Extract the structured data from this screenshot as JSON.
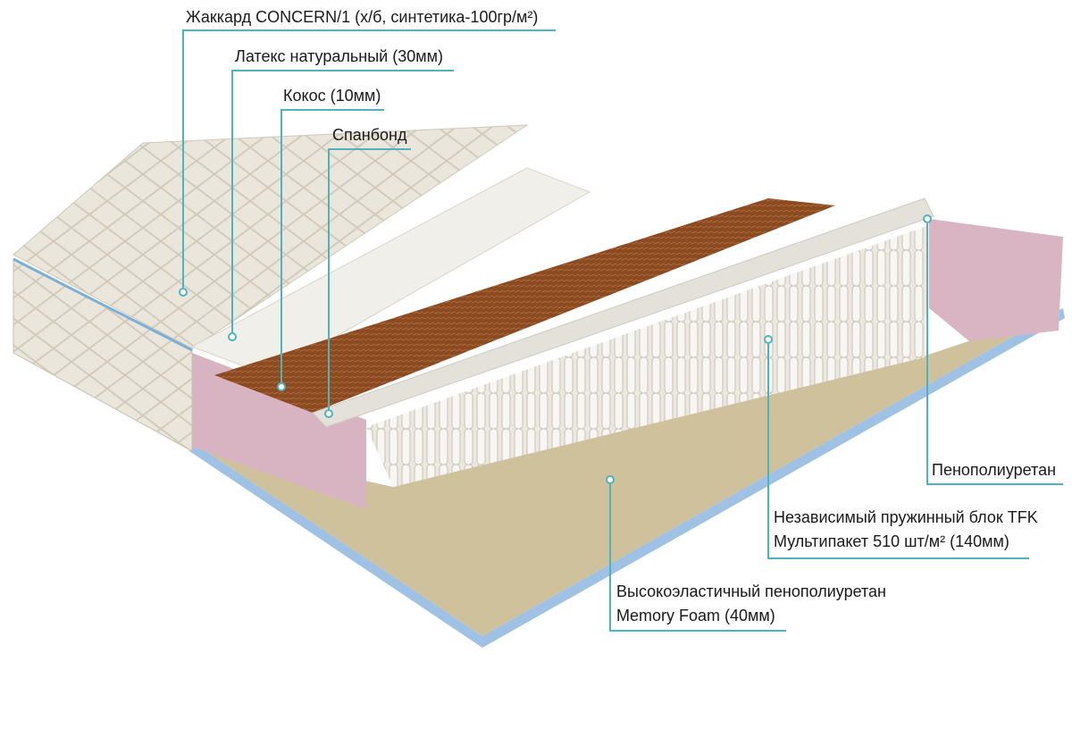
{
  "accent_color": "#4fb3bd",
  "labels": {
    "jacquard": "Жаккард CONCERN/1 (х/б, синтетика-100гр/м²)",
    "latex": "Латекс натуральный (30мм)",
    "coconut": "Кокос (10мм)",
    "spunbond": "Спанбонд",
    "foam": "Пенополиуретан",
    "springs_line1": "Независимый пружинный блок TFK",
    "springs_line2": "Мультипакет 510 шт/м²  (140мм)",
    "memory_line1": "Высокоэластичный пенополиуретан",
    "memory_line2": "Memory Foam  (40мм)"
  }
}
